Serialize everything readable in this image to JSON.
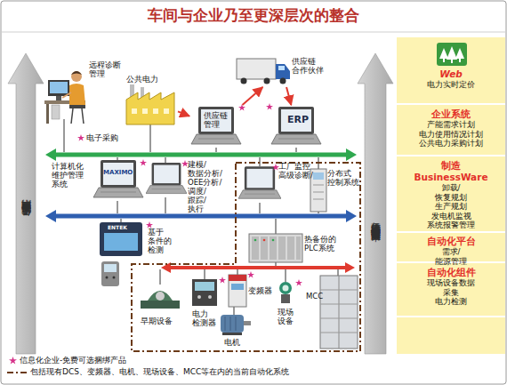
{
  "diagram": {
    "title": "车间与企业乃至更深层次的整合",
    "nodes": [
      {
        "text": [
          "远程诊断 管理"
        ]
      },
      {
        "text": [
          "公共电力"
        ]
      },
      {
        "text": [
          "供应链 合作伙伴"
        ]
      },
      {
        "text": [
          "供应链 管理"
        ]
      },
      {
        "text": [
          "ERP"
        ]
      },
      {
        "text": [
          "计算机化 维护管理 系统",
          "MAXIMO"
        ]
      },
      {
        "text": [
          "建模/ 数据分析/ OEE分析/ 调度/ 跟踪/ 执行"
        ]
      },
      {
        "text": [
          "工厂监控 高级诊断/"
        ]
      },
      {
        "text": [
          "分布式 控制系统"
        ]
      },
      {
        "text": [
          "基于 条件的 检测"
        ]
      },
      {
        "text": [
          "热备份的 PLC系统"
        ]
      },
      {
        "text": [
          "早期设备"
        ]
      },
      {
        "text": [
          "电力 检测器"
        ]
      },
      {
        "text": [
          "变频器"
        ]
      },
      {
        "text": [
          "电机"
        ]
      },
      {
        "text": [
          "现场 设备"
        ]
      },
      {
        "text": [
          "MCC"
        ]
      },
      {
        "text": [
          "凭借无中断运营提高生产利润率"
        ]
      },
      {
        "text": [
          "凭借更高的准确性和更快的速度提高投资回报率"
        ]
      },
      {
        "text": [
          "Web",
          "电力实时定价"
        ]
      },
      {
        "text": [
          "企业系统",
          "产能需求计划 电力使用情况计划 公共电力采购计划"
        ]
      },
      {
        "text": [
          "制造 BusinessWare",
          "卸载/恢复规划 生产规划 发电机监视 系统报警管理"
        ]
      },
      {
        "text": [
          "自动化平台",
          "需求/能源管理"
        ]
      },
      {
        "text": [
          "自动化组件",
          "现场设备数据 采集 电力检测"
        ]
      }
    ],
    "edges": [
      {
        "from": 1,
        "to": 3,
        "arrow": "to"
      },
      {
        "from": 3,
        "to": 2,
        "arrow": "to"
      },
      {
        "from": 2,
        "to": 4,
        "arrow": "to"
      }
    ],
    "labels": [
      "电子采购",
      "ENTEK"
    ],
    "legend": [
      {
        "text": "信息化企业-免费可选捆绑产品"
      },
      {
        "text": "包括现有DCS、变频器、电机、现场设备、MCC等在内的当前自动化系统"
      }
    ]
  }
}
